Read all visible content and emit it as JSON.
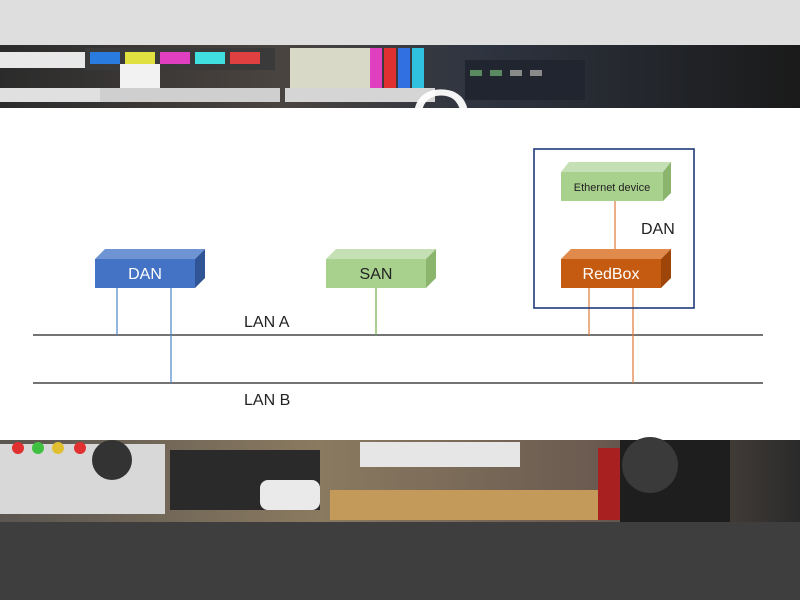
{
  "diagram": {
    "nodes": {
      "dan_left": "DAN",
      "san": "SAN",
      "redbox": "RedBox",
      "ethernet_device": "Ethernet device",
      "dan_group": "DAN"
    },
    "networks": {
      "lan_a": "LAN A",
      "lan_b": "LAN B"
    }
  },
  "colors": {
    "dan_box": "#4472c4",
    "san_box": "#a9d18e",
    "redbox_box": "#c55a11",
    "lan_line": "#222222",
    "group_border": "#1f3a7a"
  }
}
